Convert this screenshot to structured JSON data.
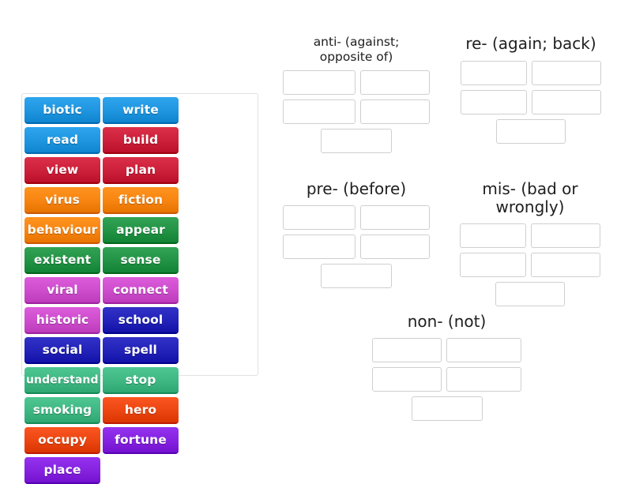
{
  "word_bank": {
    "name": "word-bank",
    "tiles": [
      {
        "label": "biotic",
        "color": "#1e95de"
      },
      {
        "label": "write",
        "color": "#1e95de"
      },
      {
        "label": "read",
        "color": "#1e95de"
      },
      {
        "label": "build",
        "color": "#cc1f39"
      },
      {
        "label": "view",
        "color": "#cc1f39"
      },
      {
        "label": "plan",
        "color": "#cc1f39"
      },
      {
        "label": "virus",
        "color": "#f78410"
      },
      {
        "label": "fiction",
        "color": "#f78410"
      },
      {
        "label": "behaviour",
        "color": "#f78410"
      },
      {
        "label": "appear",
        "color": "#229345"
      },
      {
        "label": "existent",
        "color": "#229345"
      },
      {
        "label": "sense",
        "color": "#229345"
      },
      {
        "label": "viral",
        "color": "#cc4ccc"
      },
      {
        "label": "connect",
        "color": "#cc4ccc"
      },
      {
        "label": "historic",
        "color": "#cc4ccc"
      },
      {
        "label": "school",
        "color": "#2222b8"
      },
      {
        "label": "social",
        "color": "#2222b8"
      },
      {
        "label": "spell",
        "color": "#2222b8"
      },
      {
        "label": "understand",
        "color": "#3fb783"
      },
      {
        "label": "stop",
        "color": "#3fb783"
      },
      {
        "label": "smoking",
        "color": "#3fb783"
      },
      {
        "label": "hero",
        "color": "#eb4611"
      },
      {
        "label": "occupy",
        "color": "#eb4611"
      },
      {
        "label": "fortune",
        "color": "#8422e0"
      },
      {
        "label": "place",
        "color": "#8422e0"
      }
    ]
  },
  "groups": [
    {
      "id": "group-anti",
      "title": "anti- (against; opposite of)",
      "title_lines": [
        "anti- (against;",
        "opposite of)"
      ],
      "slot_count": 5
    },
    {
      "id": "group-re",
      "title": "re- (again; back)",
      "title_lines": [
        "re- (again; back)"
      ],
      "slot_count": 5
    },
    {
      "id": "group-pre",
      "title": "pre- (before)",
      "title_lines": [
        "pre- (before)"
      ],
      "slot_count": 5
    },
    {
      "id": "group-mis",
      "title": "mis- (bad or wrongly)",
      "title_lines": [
        "mis- (bad or wrongly)"
      ],
      "slot_count": 5
    },
    {
      "id": "group-non",
      "title": "non- (not)",
      "title_lines": [
        "non- (not)"
      ],
      "slot_count": 5
    }
  ],
  "colors": {
    "page_background": "#ffffff",
    "bank_border": "#e2e2e2",
    "slot_border": "#cfcfcf",
    "slot_fill": "#ffffff",
    "heading_text": "#202020",
    "tile_text": "#ffffff"
  }
}
